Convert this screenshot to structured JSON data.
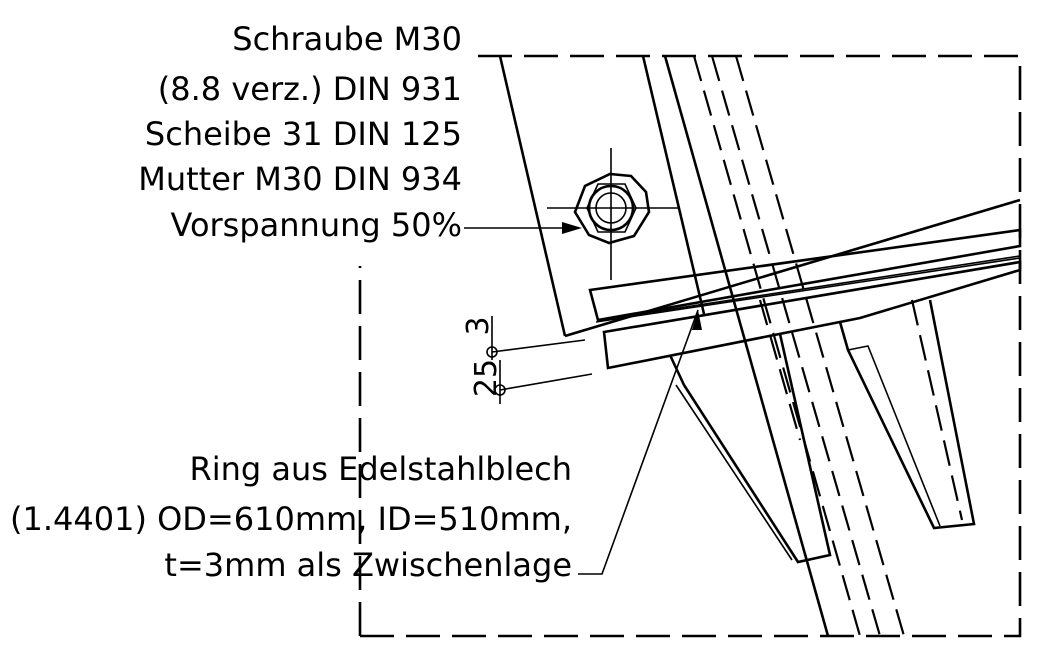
{
  "callout_bolt": {
    "line1": "Schraube M30",
    "line2": "(8.8 verz.) DIN 931",
    "line3": "Scheibe 31 DIN 125",
    "line4": "Mutter M30 DIN 934",
    "line5": "Vorspannung 50%"
  },
  "callout_ring": {
    "line1": "Ring aus Edelstahlblech",
    "line2": "(1.4401) OD=610mm, ID=510mm,",
    "line3": "t=3mm als Zwischenlage"
  },
  "dimensions": {
    "upper": "3",
    "lower": "25"
  }
}
